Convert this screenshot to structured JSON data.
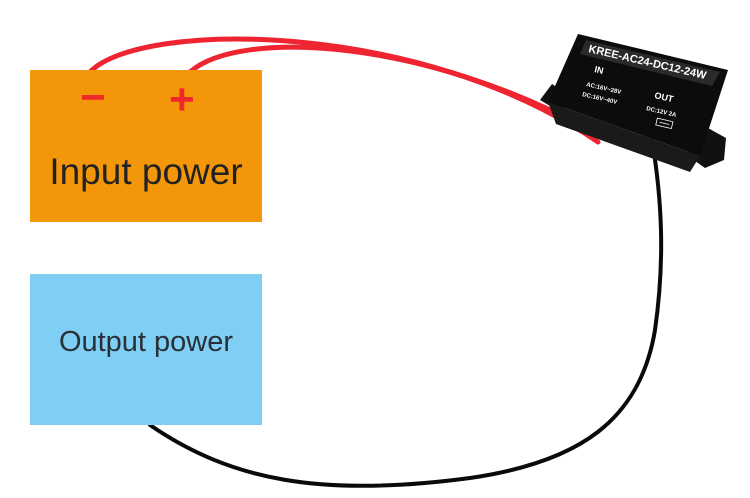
{
  "input_box": {
    "label": "Input power",
    "minus": "−",
    "plus": "+",
    "color": "#f4960a",
    "polarity_color": "#f0282c"
  },
  "output_box": {
    "label": "Output power",
    "color": "#7fcef4"
  },
  "module": {
    "model": "KREE-AC24-DC12-24W",
    "in_label": "IN",
    "out_label": "OUT",
    "in_spec_ac": "AC:16V~28V",
    "in_spec_dc": "DC:16V~40V",
    "out_spec": "DC:12V 2A",
    "body_color": "#0c0c0c"
  },
  "wires": {
    "red_color": "#ee2430",
    "black_color": "#0a0a0a"
  }
}
